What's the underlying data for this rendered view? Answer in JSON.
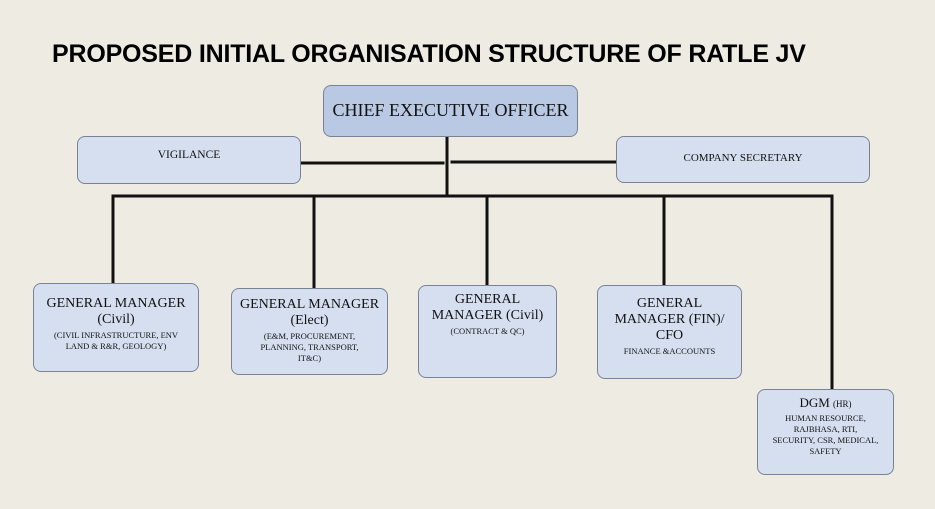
{
  "title": "PROPOSED INITIAL ORGANISATION STRUCTURE OF RATLE JV",
  "ceo": {
    "label": "CHIEF EXECUTIVE OFFICER"
  },
  "vigilance": {
    "label": "VIGILANCE"
  },
  "company_secretary": {
    "label": "COMPANY SECRETARY"
  },
  "gm_civil": {
    "title": "GENERAL MANAGER (Civil)",
    "sub": "(CIVIL INFRASTRUCTURE, ENV\nLAND & R&R,  GEOLOGY)"
  },
  "gm_elect": {
    "title": "GENERAL MANAGER (Elect)",
    "sub": "(E&M, PROCUREMENT,\nPLANNING, TRANSPORT,\nIT&C)"
  },
  "gm_contract": {
    "title": "GENERAL MANAGER (Civil)",
    "sub": "(CONTRACT &  QC)"
  },
  "gm_fin": {
    "title": "GENERAL MANAGER (FIN)/ CFO",
    "sub": "FINANCE &ACCOUNTS"
  },
  "dgm_hr": {
    "title": "DGM",
    "title_small": "(HR)",
    "sub": "HUMAN RESOURCE,\nRAJBHASA, RTI,\nSECURITY, CSR, MEDICAL,\nSAFETY"
  }
}
